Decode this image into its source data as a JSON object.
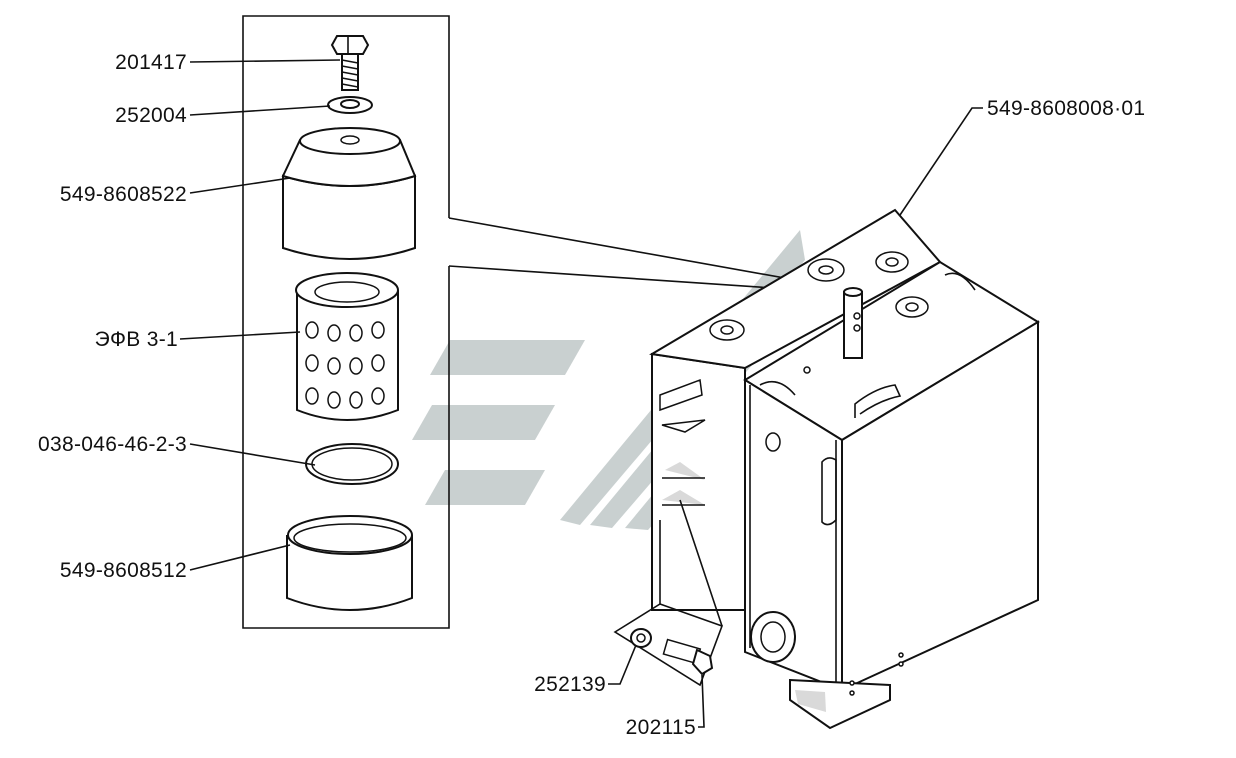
{
  "diagram": {
    "labels": {
      "bolt": "201417",
      "washer": "252004",
      "cap": "549-8608522",
      "filter_element": "ЭФВ 3-1",
      "seal_ring": "038-046-46-2-3",
      "sleeve": "549-8608512",
      "tank": "549-8608008·01",
      "bottom_washer": "252139",
      "bottom_bolt": "202115"
    },
    "colors": {
      "ink": "#111111",
      "watermark": "#c9d0d0"
    }
  }
}
